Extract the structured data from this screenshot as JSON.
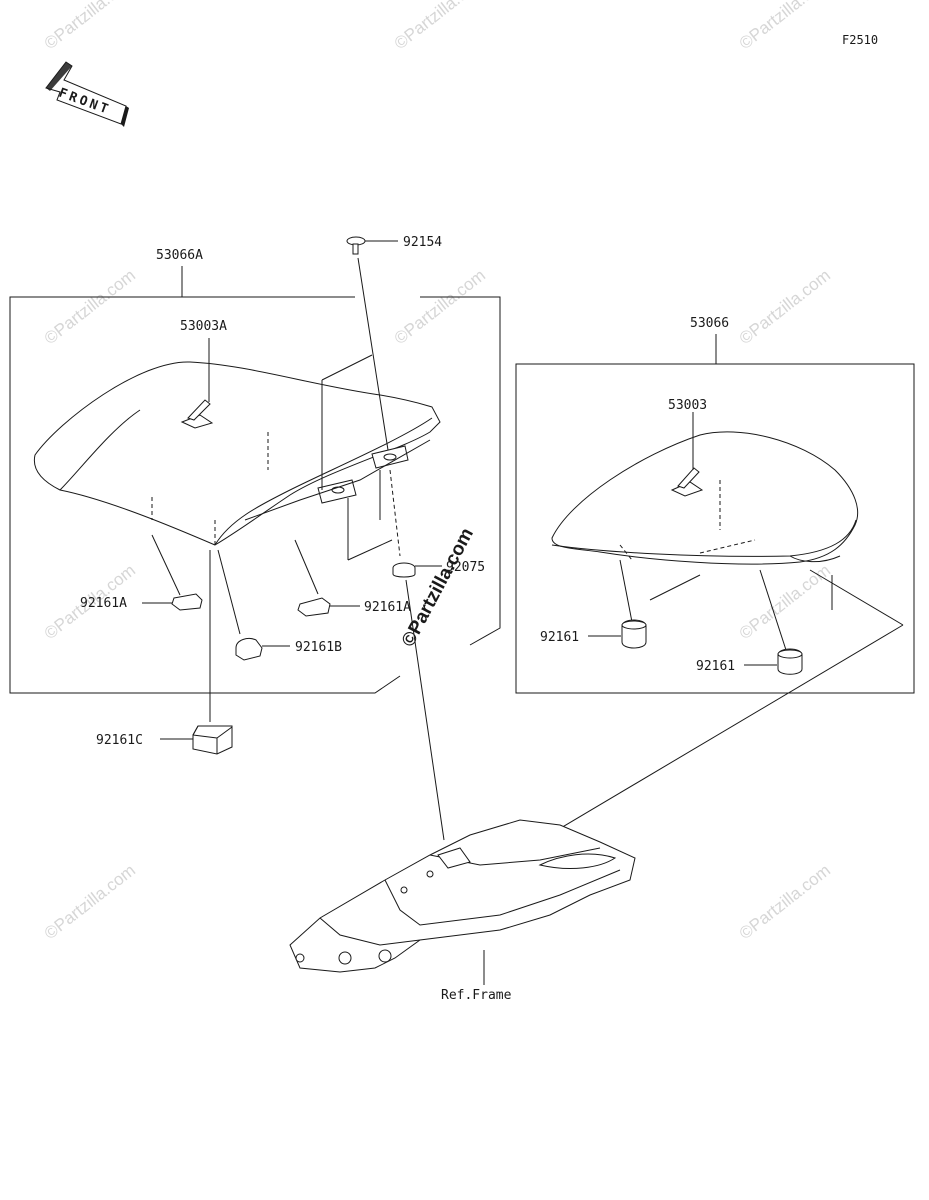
{
  "diagram_code": "F2510",
  "front_arrow_label": "FRONT",
  "watermark": "©Partzilla.com",
  "labels": {
    "seat_assy_rider": "53066A",
    "seat_rider": "53003A",
    "bolt": "92154",
    "grommet": "92075",
    "damper_a_left": "92161A",
    "damper_a_right": "92161A",
    "damper_b": "92161B",
    "damper_c": "92161C",
    "seat_assy_pillion": "53066",
    "seat_pillion": "53003",
    "damper_pillion_left": "92161",
    "damper_pillion_right": "92161",
    "ref_frame": "Ref.Frame"
  }
}
